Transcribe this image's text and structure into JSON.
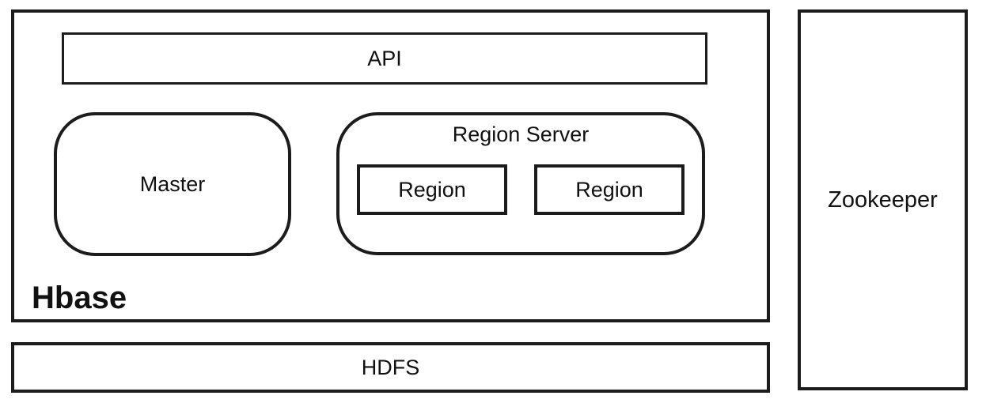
{
  "diagram": {
    "hbase": {
      "label": "Hbase",
      "api_label": "API",
      "master_label": "Master",
      "region_server": {
        "label": "Region Server",
        "regions": [
          "Region",
          "Region"
        ]
      }
    },
    "hdfs_label": "HDFS",
    "zookeeper_label": "Zookeeper",
    "colors": {
      "border": "#1c1c1c",
      "background": "#ffffff",
      "text": "#111111"
    }
  }
}
